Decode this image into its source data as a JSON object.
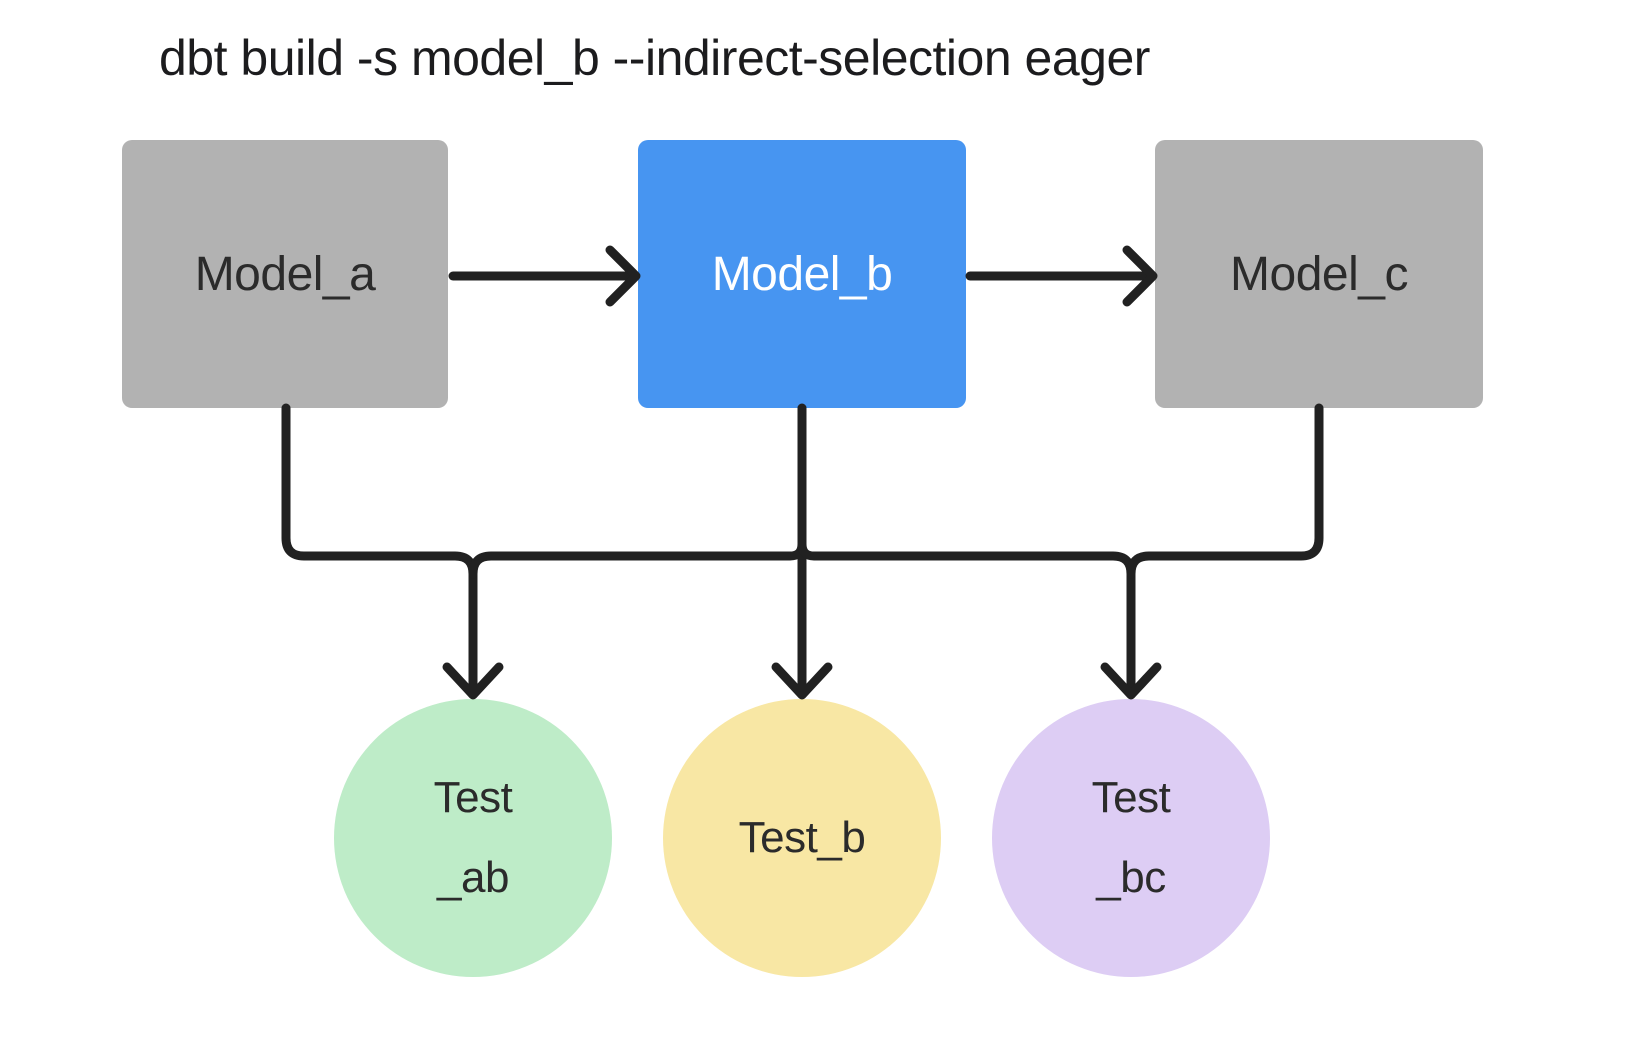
{
  "title": {
    "text": "dbt build -s model_b --indirect-selection eager"
  },
  "colors": {
    "background": "#ffffff",
    "title_text": "#1c1c1e",
    "node_text_dark": "#2b2b2b",
    "node_text_light": "#ffffff",
    "model_unselected_gray": "#b2b2b2",
    "model_selected_blue": "#4795f1",
    "test_ab_green": "#beecc8",
    "test_b_yellow": "#f8e7a4",
    "test_bc_purple": "#ddcdf4",
    "connector": "#212121"
  },
  "models": [
    {
      "label": "Model_a",
      "state": "unselected"
    },
    {
      "label": "Model_b",
      "state": "selected"
    },
    {
      "label": "Model_c",
      "state": "unselected"
    }
  ],
  "tests": [
    {
      "lines": [
        "Test",
        "_ab"
      ]
    },
    {
      "lines": [
        "Test_b"
      ]
    },
    {
      "lines": [
        "Test",
        "_bc"
      ]
    }
  ],
  "edges": [
    {
      "from": "Model_a",
      "to": "Model_b"
    },
    {
      "from": "Model_b",
      "to": "Model_c"
    },
    {
      "from": "Model_a",
      "to": "Test_ab"
    },
    {
      "from": "Model_b",
      "to": "Test_ab"
    },
    {
      "from": "Model_b",
      "to": "Test_b"
    },
    {
      "from": "Model_b",
      "to": "Test_bc"
    },
    {
      "from": "Model_c",
      "to": "Test_bc"
    }
  ]
}
